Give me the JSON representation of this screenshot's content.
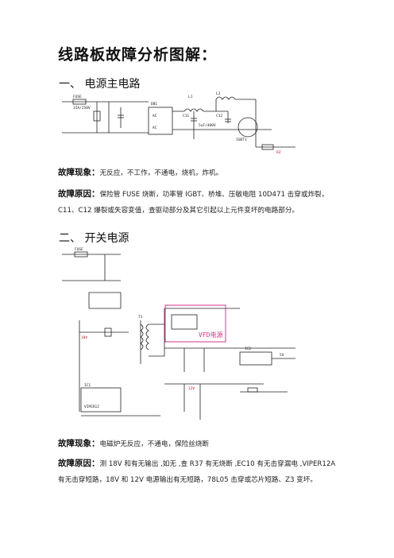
{
  "title": "线路板故障分析图解：",
  "section1": {
    "heading": "一、  电源主电路",
    "symptom_label": "故障现象：",
    "symptom_text": "无反应，不工作，不通电，烧机，炸机。",
    "cause_label": "故障原因：",
    "cause_line1": "保险管 FUSE 烧断，功率管 IGBT、桥堆、压敏电阻 10D471 击穿或炸裂，",
    "cause_line2": "C11、C12 爆裂或失容变值，查驱动部分及其它引起以上元件变坏的电路部分。",
    "diagram_labels": {
      "fuse": "FUSE",
      "fuse_val": "15A/250V",
      "l1": "L1",
      "l2": "L2",
      "db1": "DB1",
      "c11": "C11",
      "c12": "C12",
      "igbt": "IGBT1",
      "ac": "AC",
      "cap_val": "5uF/400V",
      "rz": "RZ"
    }
  },
  "section2": {
    "heading": "二、  开关电源",
    "symptom_label": "故障现象：",
    "symptom_text": "电磁炉无反应，不通电，保险丝烧断",
    "cause_label": "故障原因：",
    "cause_line1": "测 18V 和有无输出 ,如无 ,查 R37 有无烧断 ,EC10 有无击穿漏电 ,VIPER12A",
    "cause_line2": "有无击穿短路，18V 和 12V 电源输出有无短路，78L05 击穿或芯片短路、Z3 变坏。",
    "diagram_labels": {
      "vfd": "VFD电源",
      "ic1": "IC1",
      "ic2": "IC2",
      "viper": "VIPER12",
      "fuse": "FUSE",
      "v18": "18V",
      "v12": "12V",
      "v5": "5V",
      "t1": "T1"
    }
  },
  "colors": {
    "wire": "#222222",
    "red": "#c8102e",
    "magenta": "#d63384"
  }
}
